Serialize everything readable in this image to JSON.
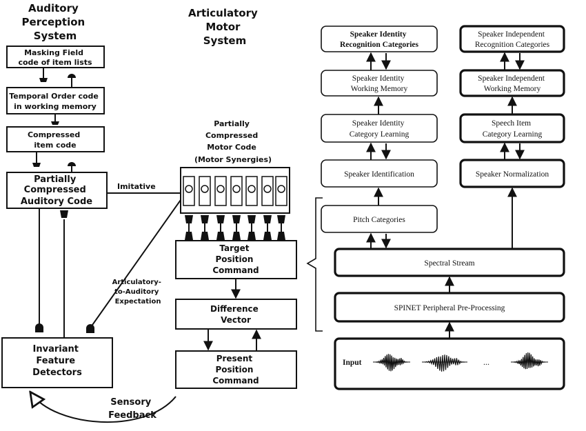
{
  "left": {
    "auditory_title": [
      "Auditory",
      "Perception",
      "System"
    ],
    "motor_title": [
      "Articulatory",
      "Motor",
      "System"
    ],
    "masking": [
      "Masking  Field",
      "code  of  item  lists"
    ],
    "temporal": [
      "Temporal  Order  code",
      "in  working  memory"
    ],
    "compressed": [
      "Compressed",
      "item  code"
    ],
    "partially_auditory": [
      "Partially",
      "Compressed",
      "Auditory   Code"
    ],
    "imitative": "Imitative",
    "motor_code_title": [
      "Partially",
      "Compressed",
      "Motor  Code",
      "(Motor   Synergies)"
    ],
    "target": [
      "Target",
      "Position",
      "Command"
    ],
    "expectation": [
      "Articulatory-",
      "to-Auditory",
      "Expectation"
    ],
    "difference": [
      "Difference",
      "Vector"
    ],
    "present": [
      "Present",
      "Position",
      "Command"
    ],
    "invariant": [
      "Invariant",
      "Feature",
      "Detectors"
    ],
    "sensory": [
      "Sensory",
      "Feedback"
    ]
  },
  "right": {
    "spk_id_recog": [
      "Speaker Identity",
      "Recognition Categories"
    ],
    "spk_id_wm": [
      "Speaker Identity",
      "Working Memory"
    ],
    "spk_id_cat": [
      "Speaker Identity",
      "Category Learning"
    ],
    "spk_identification": "Speaker Identification",
    "pitch": "Pitch Categories",
    "spk_ind_recog": [
      "Speaker Independent",
      "Recognition Categories"
    ],
    "spk_ind_wm": [
      "Speaker Independent",
      "Working Memory"
    ],
    "speech_item": [
      "Speech Item",
      "Category Learning"
    ],
    "spk_norm": "Speaker Normalization",
    "spectral": "Spectral Stream",
    "spinet": "SPINET Peripheral Pre-Processing",
    "input": "Input",
    "ellipsis": "..."
  }
}
